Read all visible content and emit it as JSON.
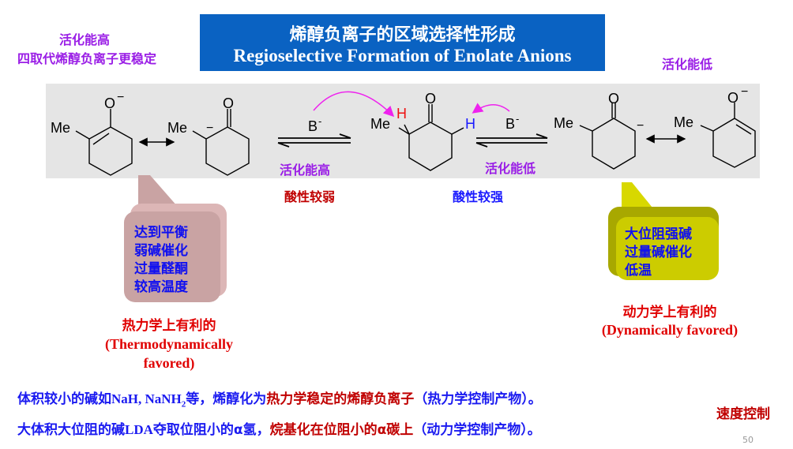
{
  "title": {
    "cn": "烯醇负离子的区域选择性形成",
    "en": "Regioselective Formation of Enolate Anions"
  },
  "top_left": {
    "line1": "活化能高",
    "line2": "四取代烯醇负离子更稳定"
  },
  "top_right": "活化能低",
  "scheme": {
    "me": "Me",
    "o_minus": "O",
    "o": "O",
    "minus": "−",
    "h": "H",
    "base": "B",
    "base_charge": "-",
    "left_energy": "活化能高",
    "right_energy": "活化能低",
    "left_acidity": "酸性较弱",
    "right_acidity": "酸性较强"
  },
  "thermo_callout": [
    "达到平衡",
    "弱碱催化",
    "过量醛酮",
    "较高温度"
  ],
  "kinetic_callout": [
    "大位阻强碱",
    "过量碱催化",
    "低温"
  ],
  "thermo_label": {
    "cn": "热力学上有利的",
    "en1": "(Thermodynamically",
    "en2": "favored)"
  },
  "kinetic_label": {
    "cn": "动力学上有利的",
    "en": "(Dynamically favored)"
  },
  "bottom": {
    "line1": {
      "a": "体积较小的碱如",
      "b": "NaH, NaNH",
      "sub": "2",
      "c": "等，烯醇化为",
      "d": "热力学稳定的烯醇负离子",
      "e": "（热力学控制产物）。"
    },
    "line2": {
      "a": "大体积大位阻的碱",
      "b": "LDA",
      "c": "夺取位阻小的α氢，",
      "d": "烷基化在位阻小的α碳上",
      "e": "（动力学控制产物）。"
    },
    "side_note": "速度控制",
    "page_number": "50"
  },
  "colors": {
    "title_bg": "#0a62c2",
    "purple": "#9a1ee6",
    "blue": "#1a1af0",
    "red": "#c00000",
    "magenta": "#ee22ee"
  }
}
